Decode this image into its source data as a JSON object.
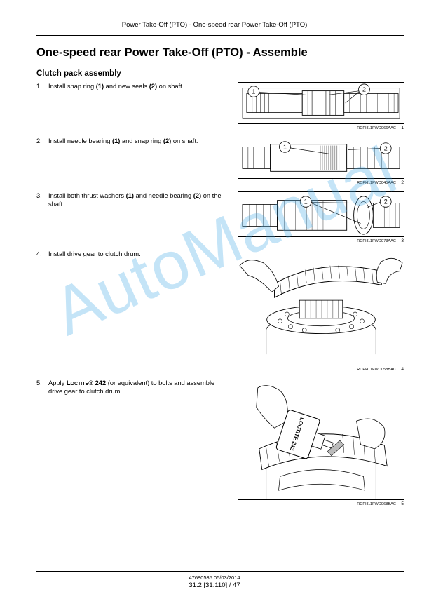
{
  "header": {
    "running_title": "Power Take-Off (PTO) - One-speed rear Power Take-Off (PTO)"
  },
  "page_title": "One-speed rear Power Take-Off (PTO) - Assemble",
  "section_title": "Clutch pack assembly",
  "steps": [
    {
      "num": "1.",
      "parts": [
        "Install snap ring ",
        "(1)",
        " and new seals ",
        "(2)",
        " on shaft."
      ]
    },
    {
      "num": "2.",
      "parts": [
        "Install needle bearing ",
        "(1)",
        " and snap ring ",
        "(2)",
        " on shaft."
      ]
    },
    {
      "num": "3.",
      "parts": [
        "Install both thrust washers ",
        "(1)",
        " and needle bearing ",
        "(2)",
        " on the shaft."
      ]
    },
    {
      "num": "4.",
      "text": "Install drive gear to clutch drum."
    },
    {
      "num": "5.",
      "pre": "Apply ",
      "brand": "Loctite",
      "brand_suffix": "® 242",
      "post": " (or equivalent) to bolts and assem­ble drive gear to clutch drum."
    }
  ],
  "figures": [
    {
      "code": "RCPH11FWD066AAC",
      "num": "1",
      "callouts": [
        "1",
        "2"
      ]
    },
    {
      "code": "RCPH11FWD045AAC",
      "num": "2",
      "callouts": [
        "1",
        "2"
      ]
    },
    {
      "code": "RCPH11FWD073AAC",
      "num": "3",
      "callouts": [
        "1",
        "2"
      ]
    },
    {
      "code": "RCPH11FWD058BAC",
      "num": "4"
    },
    {
      "code": "RCPH11FWD068BAC",
      "num": "5",
      "bottle_label": "LOCTITE 242"
    }
  ],
  "watermark": "AutoManual",
  "footer": {
    "doc_ref": "47680535 05/03/2014",
    "page": "31.2 [31.110] / 47"
  }
}
